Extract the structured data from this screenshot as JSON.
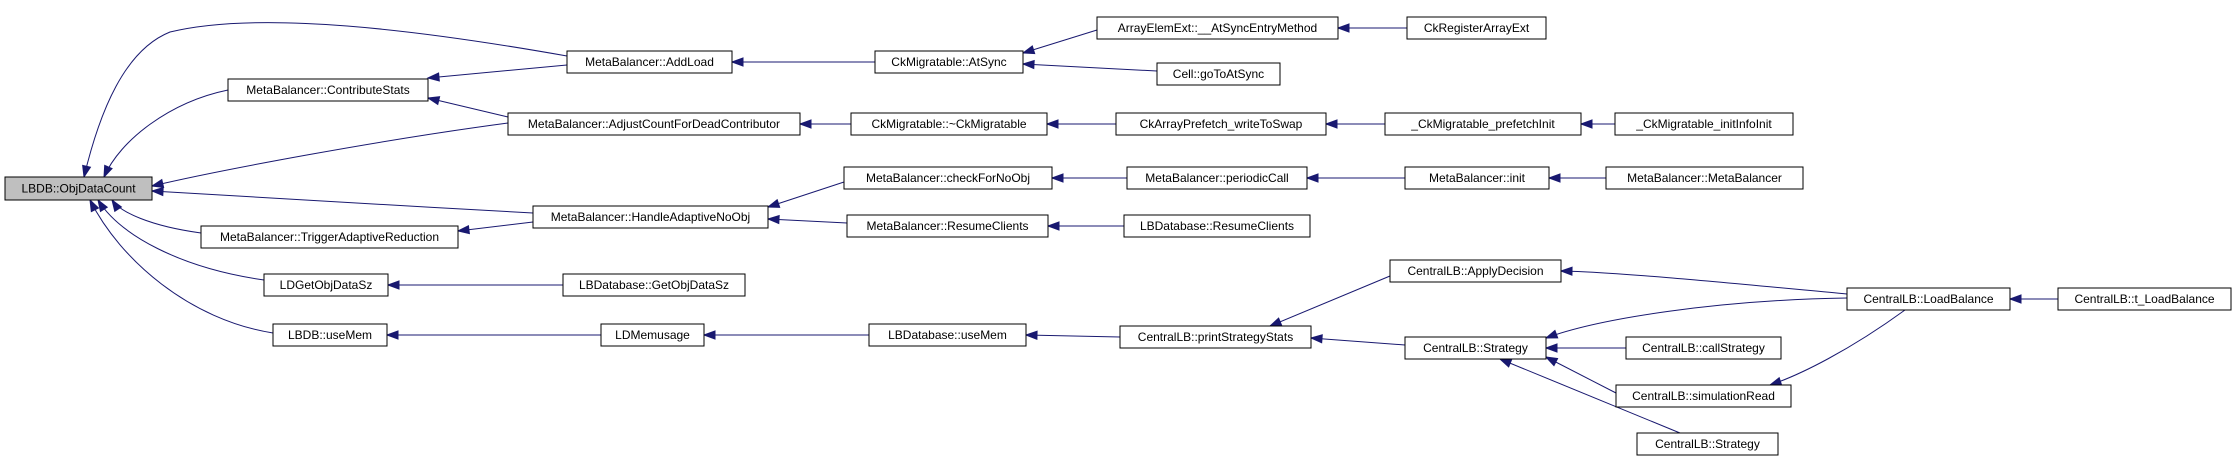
{
  "graph": {
    "nodes": [
      {
        "id": "objdatacount",
        "label": "LBDB::ObjDataCount",
        "highlight": true
      },
      {
        "id": "contributestats",
        "label": "MetaBalancer::ContributeStats"
      },
      {
        "id": "addload",
        "label": "MetaBalancer::AddLoad"
      },
      {
        "id": "atsync",
        "label": "CkMigratable::AtSync"
      },
      {
        "id": "atsyncentry",
        "label": "ArrayElemExt::__AtSyncEntryMethod"
      },
      {
        "id": "ckregister",
        "label": "CkRegisterArrayExt"
      },
      {
        "id": "celltoatsync",
        "label": "Cell::goToAtSync"
      },
      {
        "id": "adjustcount",
        "label": "MetaBalancer::AdjustCountForDeadContributor"
      },
      {
        "id": "ckmigdtor",
        "label": "CkMigratable::~CkMigratable"
      },
      {
        "id": "prefetchwrite",
        "label": "CkArrayPrefetch_writeToSwap"
      },
      {
        "id": "prefetchinit",
        "label": "_CkMigratable_prefetchInit"
      },
      {
        "id": "infoinit",
        "label": "_CkMigratable_initInfoInit"
      },
      {
        "id": "handleadaptive",
        "label": "MetaBalancer::HandleAdaptiveNoObj"
      },
      {
        "id": "checkfornoobj",
        "label": "MetaBalancer::checkForNoObj"
      },
      {
        "id": "periodiccall",
        "label": "MetaBalancer::periodicCall"
      },
      {
        "id": "mbinit",
        "label": "MetaBalancer::init"
      },
      {
        "id": "mbctor",
        "label": "MetaBalancer::MetaBalancer"
      },
      {
        "id": "resumeclients",
        "label": "MetaBalancer::ResumeClients"
      },
      {
        "id": "lbresumeclients",
        "label": "LBDatabase::ResumeClients"
      },
      {
        "id": "triggeradaptive",
        "label": "MetaBalancer::TriggerAdaptiveReduction"
      },
      {
        "id": "ldgetobjdatasz",
        "label": "LDGetObjDataSz"
      },
      {
        "id": "lbgetobjdatasz",
        "label": "LBDatabase::GetObjDataSz"
      },
      {
        "id": "lbdbusemem",
        "label": "LBDB::useMem"
      },
      {
        "id": "ldmemusage",
        "label": "LDMemusage"
      },
      {
        "id": "lbusemem",
        "label": "LBDatabase::useMem"
      },
      {
        "id": "printstrategy",
        "label": "CentralLB::printStrategyStats"
      },
      {
        "id": "applydecision",
        "label": "CentralLB::ApplyDecision"
      },
      {
        "id": "strategy",
        "label": "CentralLB::Strategy"
      },
      {
        "id": "loadbalance",
        "label": "CentralLB::LoadBalance"
      },
      {
        "id": "tloadbalance",
        "label": "CentralLB::t_LoadBalance"
      },
      {
        "id": "callstrategy",
        "label": "CentralLB::callStrategy"
      },
      {
        "id": "simulationread",
        "label": "CentralLB::simulationRead"
      },
      {
        "id": "strategy2",
        "label": "CentralLB::Strategy"
      }
    ],
    "edges": [
      [
        "contributestats",
        "objdatacount"
      ],
      [
        "addload",
        "objdatacount"
      ],
      [
        "adjustcount",
        "objdatacount"
      ],
      [
        "handleadaptive",
        "objdatacount"
      ],
      [
        "triggeradaptive",
        "objdatacount"
      ],
      [
        "ldgetobjdatasz",
        "objdatacount"
      ],
      [
        "lbdbusemem",
        "objdatacount"
      ],
      [
        "addload",
        "contributestats"
      ],
      [
        "adjustcount",
        "contributestats"
      ],
      [
        "atsync",
        "addload"
      ],
      [
        "atsyncentry",
        "atsync"
      ],
      [
        "celltoatsync",
        "atsync"
      ],
      [
        "ckregister",
        "atsyncentry"
      ],
      [
        "ckmigdtor",
        "adjustcount"
      ],
      [
        "prefetchwrite",
        "ckmigdtor"
      ],
      [
        "prefetchinit",
        "prefetchwrite"
      ],
      [
        "infoinit",
        "prefetchinit"
      ],
      [
        "handleadaptive",
        "triggeradaptive"
      ],
      [
        "checkfornoobj",
        "handleadaptive"
      ],
      [
        "resumeclients",
        "handleadaptive"
      ],
      [
        "periodiccall",
        "checkfornoobj"
      ],
      [
        "mbinit",
        "periodiccall"
      ],
      [
        "mbctor",
        "mbinit"
      ],
      [
        "lbresumeclients",
        "resumeclients"
      ],
      [
        "lbgetobjdatasz",
        "ldgetobjdatasz"
      ],
      [
        "ldmemusage",
        "lbdbusemem"
      ],
      [
        "lbusemem",
        "ldmemusage"
      ],
      [
        "printstrategy",
        "lbusemem"
      ],
      [
        "applydecision",
        "printstrategy"
      ],
      [
        "strategy",
        "printstrategy"
      ],
      [
        "loadbalance",
        "applydecision"
      ],
      [
        "loadbalance",
        "strategy"
      ],
      [
        "callstrategy",
        "strategy"
      ],
      [
        "simulationread",
        "strategy"
      ],
      [
        "strategy2",
        "strategy"
      ],
      [
        "loadbalance",
        "simulationread"
      ],
      [
        "tloadbalance",
        "loadbalance"
      ]
    ]
  }
}
